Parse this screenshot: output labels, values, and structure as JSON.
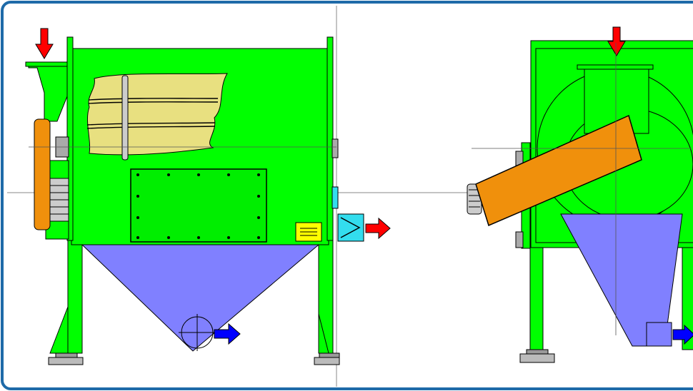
{
  "diagram": {
    "colors": {
      "frame_border": "#1e6aa8",
      "machine_body": "#00ff00",
      "outline": "#000000",
      "hopper": "#8080ff",
      "motor": "#f0900c",
      "screen_mesh": "#e8e080",
      "inlet_arrow": "#ff0000",
      "outlet_arrow": "#0000ff",
      "outlet_box": "#33ddee",
      "label_plate": "#ffff00",
      "center_line": "#888888"
    },
    "views": [
      {
        "name": "side-view"
      },
      {
        "name": "end-view"
      }
    ],
    "arrows": [
      {
        "name": "material-inlet-arrow",
        "kind": "inlet",
        "color": "#ff0000"
      },
      {
        "name": "oversize-outlet-arrow",
        "kind": "outlet",
        "color": "#ff0000"
      },
      {
        "name": "fines-outlet-arrow",
        "kind": "outlet",
        "color": "#0000ff"
      }
    ]
  }
}
